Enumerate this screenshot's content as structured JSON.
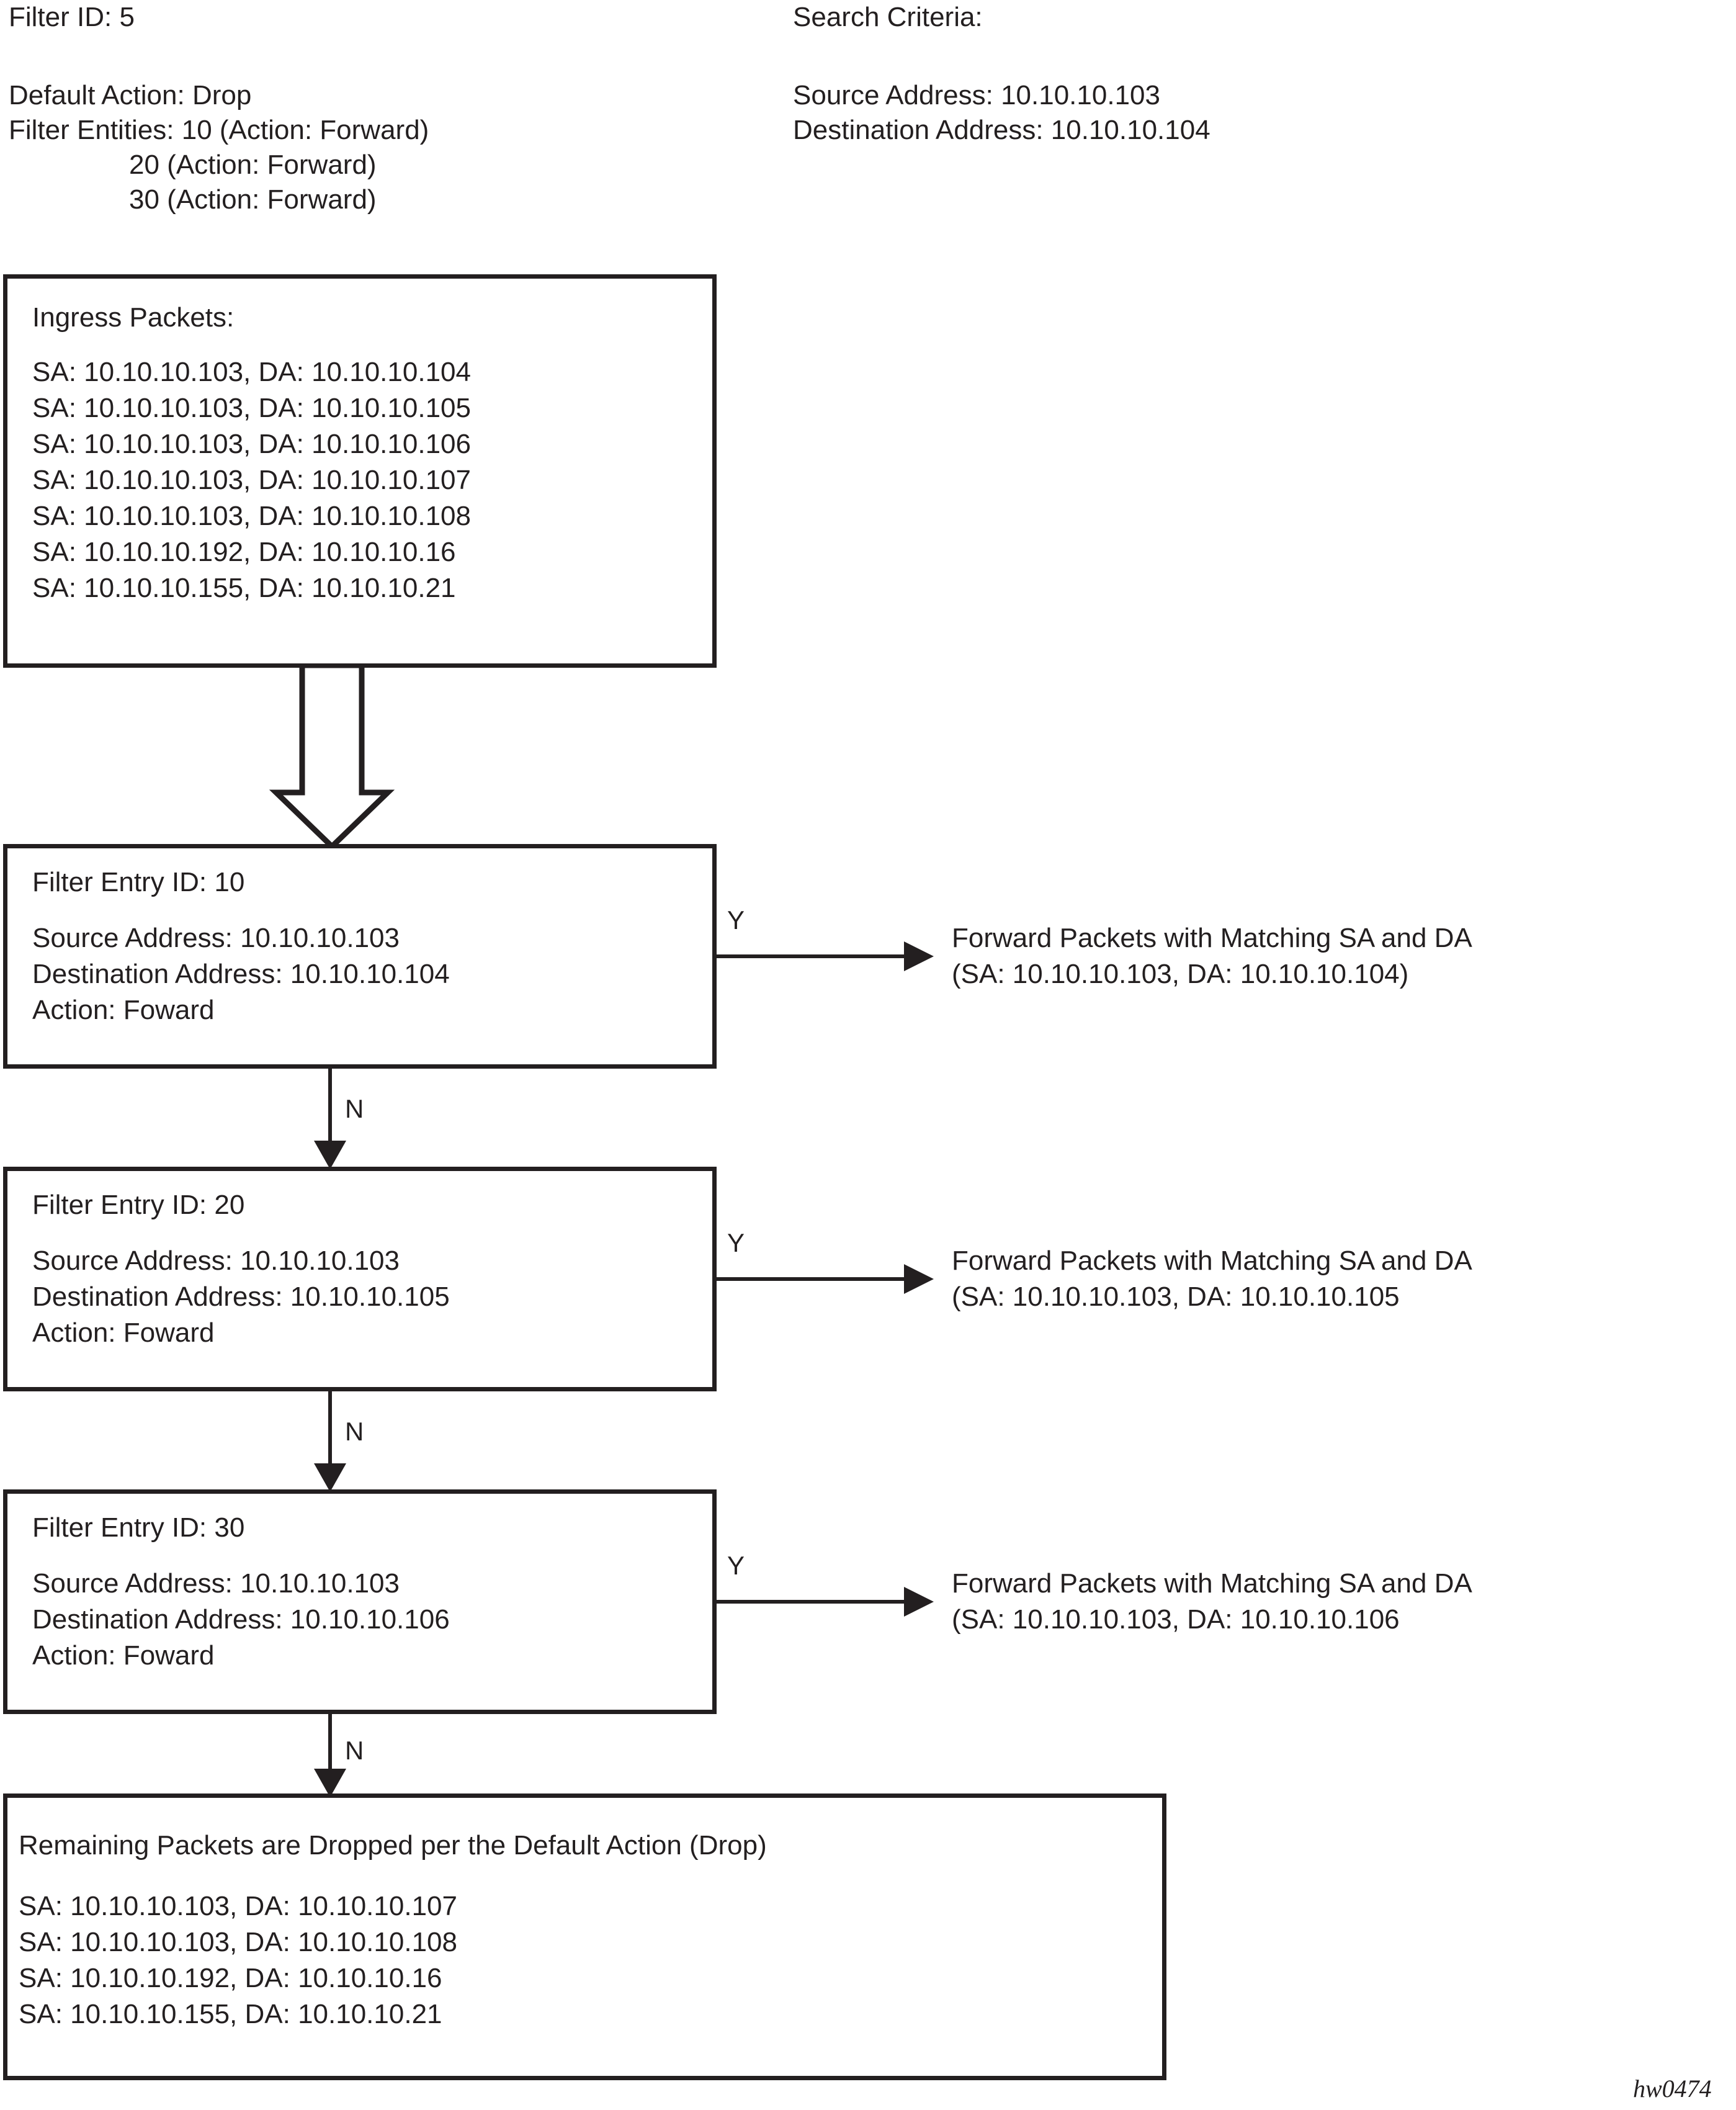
{
  "header": {
    "filter_id": "Filter ID: 5",
    "default_action": "Default Action: Drop",
    "filter_entities_label": "Filter Entities: 10 (Action: Forward)",
    "filter_entities_line2": "20 (Action: Forward)",
    "filter_entities_line3": "30 (Action: Forward)",
    "search_criteria": "Search Criteria:",
    "search_source": "Source Address: 10.10.10.103",
    "search_destination": "Destination Address: 10.10.10.104"
  },
  "ingress": {
    "title": "Ingress Packets:",
    "packets": [
      "SA: 10.10.10.103, DA: 10.10.10.104",
      "SA: 10.10.10.103, DA: 10.10.10.105",
      "SA: 10.10.10.103, DA: 10.10.10.106",
      "SA: 10.10.10.103, DA: 10.10.10.107",
      "SA: 10.10.10.103, DA: 10.10.10.108",
      "SA: 10.10.10.192, DA: 10.10.10.16",
      "SA: 10.10.10.155, DA: 10.10.10.21"
    ]
  },
  "entries": [
    {
      "id_label": "Filter Entry ID: 10",
      "source": "Source Address: 10.10.10.103",
      "destination": "Destination Address: 10.10.10.104",
      "action": "Action: Foward",
      "yes_label": "Y",
      "no_label": "N",
      "result_line1": "Forward Packets with Matching SA and DA",
      "result_line2": "(SA: 10.10.10.103, DA: 10.10.10.104)"
    },
    {
      "id_label": "Filter Entry ID: 20",
      "source": "Source Address: 10.10.10.103",
      "destination": "Destination Address: 10.10.10.105",
      "action": "Action: Foward",
      "yes_label": "Y",
      "no_label": "N",
      "result_line1": "Forward Packets with Matching SA and DA",
      "result_line2": "(SA: 10.10.10.103, DA: 10.10.10.105"
    },
    {
      "id_label": "Filter Entry ID: 30",
      "source": "Source Address: 10.10.10.103",
      "destination": "Destination Address: 10.10.10.106",
      "action": "Action: Foward",
      "yes_label": "Y",
      "no_label": "N",
      "result_line1": "Forward Packets with Matching SA and DA",
      "result_line2": "(SA: 10.10.10.103, DA: 10.10.10.106"
    }
  ],
  "dropped": {
    "title": "Remaining Packets are Dropped per the Default Action (Drop)",
    "packets": [
      "SA: 10.10.10.103, DA: 10.10.10.107",
      "SA: 10.10.10.103, DA: 10.10.10.108",
      "SA: 10.10.10.192, DA: 10.10.10.16",
      "SA: 10.10.10.155, DA: 10.10.10.21"
    ]
  },
  "figure_id": "hw0474",
  "colors": {
    "ink": "#231f20",
    "background": "#ffffff"
  }
}
